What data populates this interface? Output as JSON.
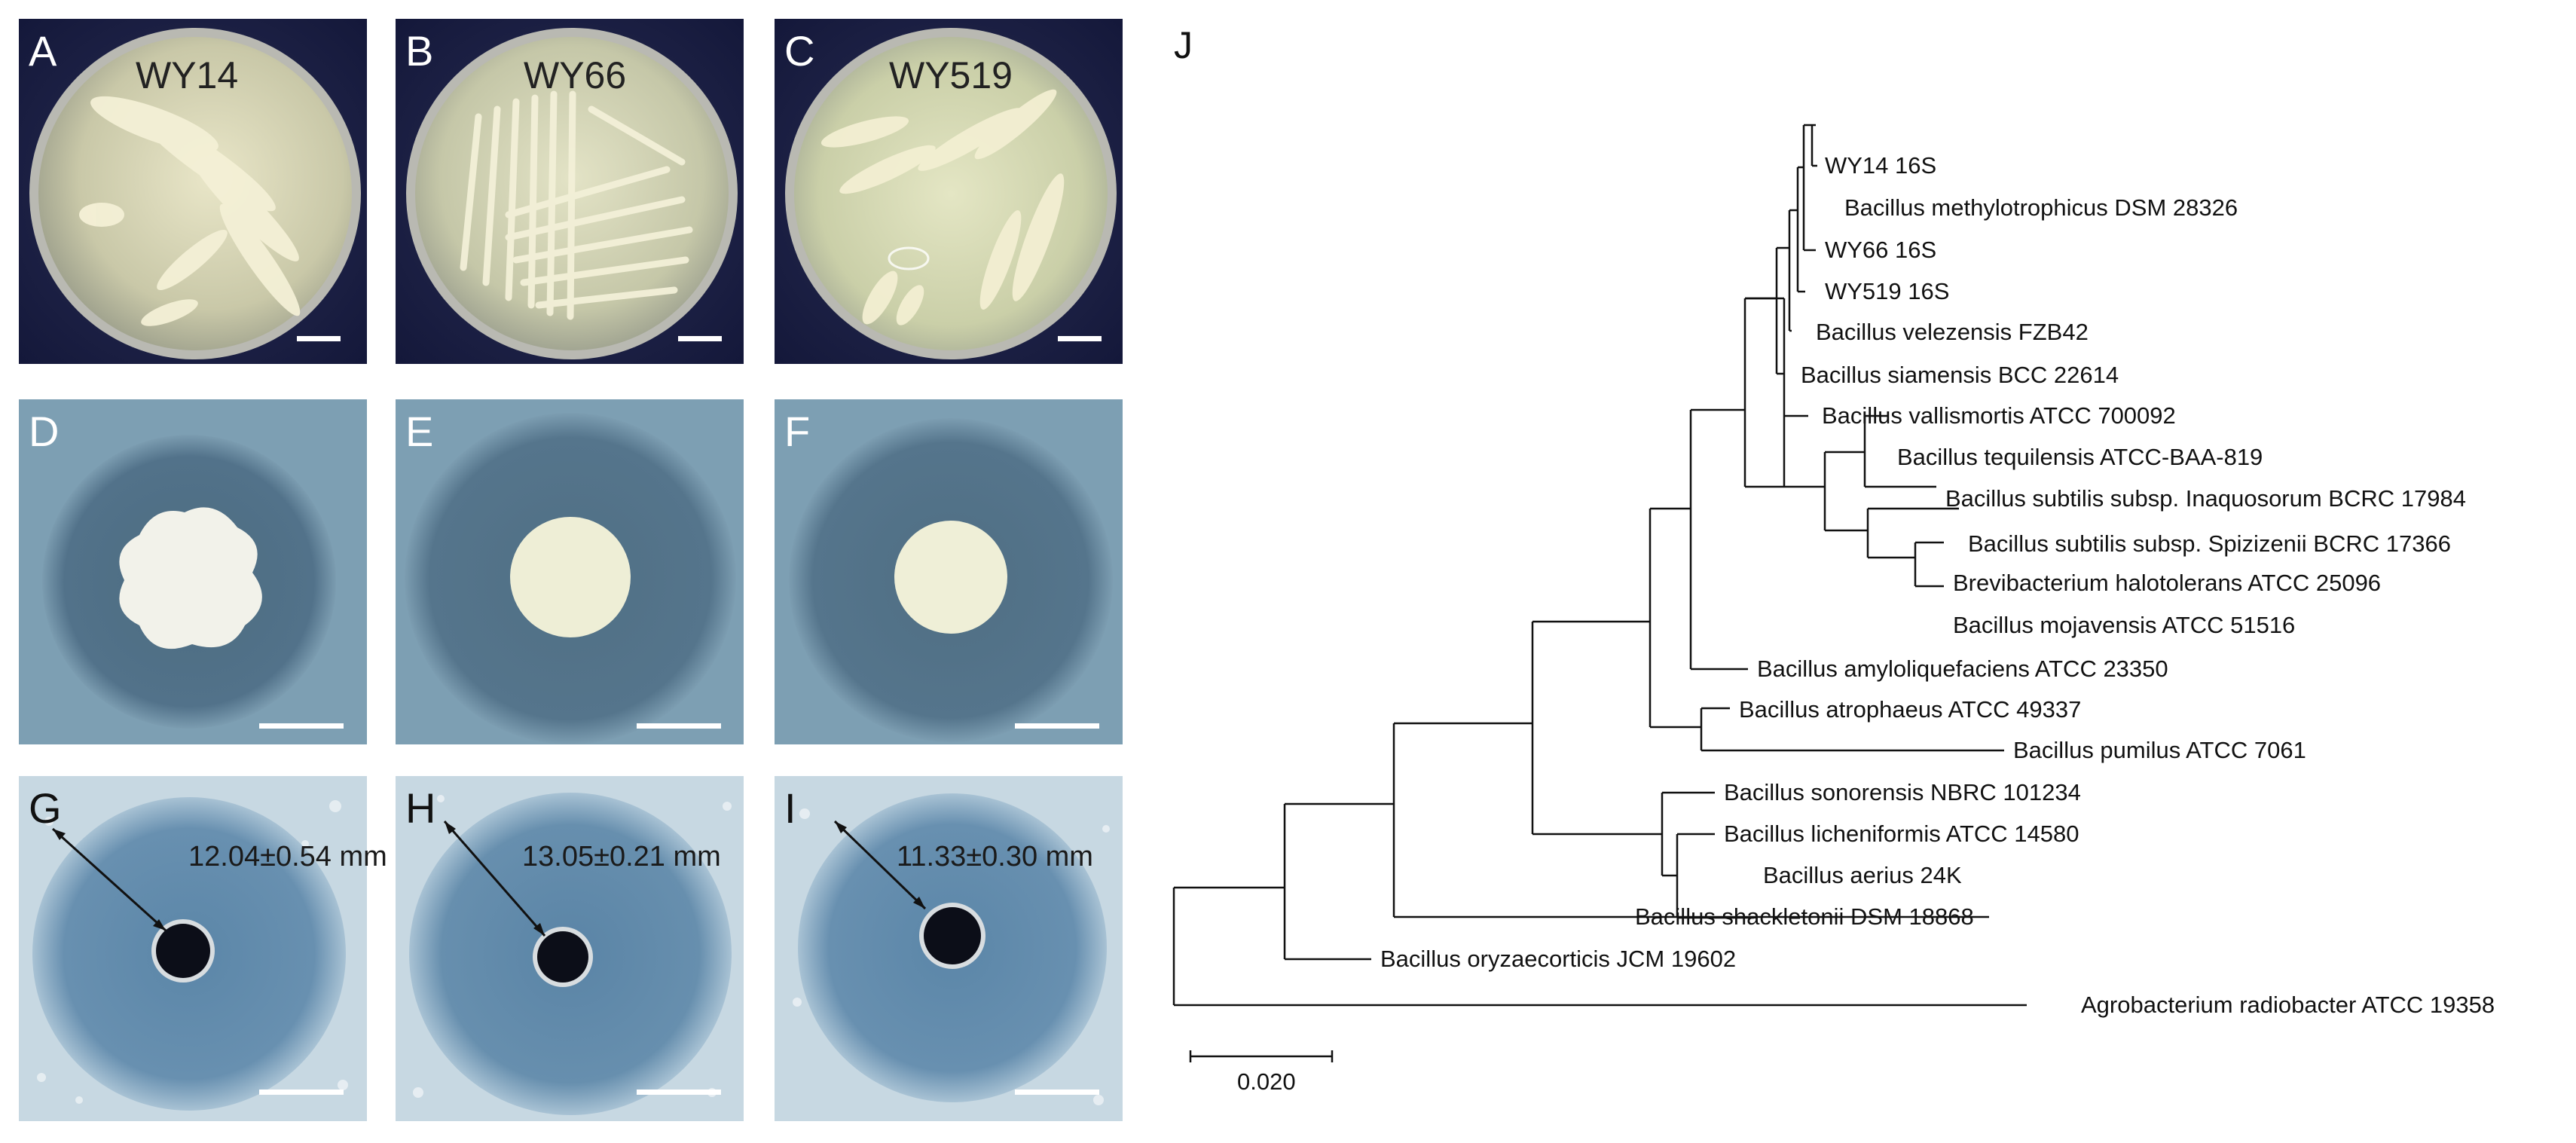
{
  "panels": {
    "A": {
      "label": "A",
      "strain": "WY14"
    },
    "B": {
      "label": "B",
      "strain": "WY66"
    },
    "C": {
      "label": "C",
      "strain": "WY519"
    },
    "D": {
      "label": "D"
    },
    "E": {
      "label": "E"
    },
    "F": {
      "label": "F"
    },
    "G": {
      "label": "G",
      "measurement": "12.04±0.54 mm"
    },
    "H": {
      "label": "H",
      "measurement": "13.05±0.21 mm"
    },
    "I": {
      "label": "I",
      "measurement": "11.33±0.30 mm"
    },
    "J": {
      "label": "J"
    }
  },
  "tree": {
    "leaves": [
      "WY14 16S",
      "Bacillus methylotrophicus DSM 28326",
      "WY66 16S",
      "WY519 16S",
      "Bacillus velezensis FZB42",
      "Bacillus siamensis BCC 22614",
      "Bacillus vallismortis ATCC 700092",
      "Bacillus tequilensis ATCC-BAA-819",
      "Bacillus subtilis subsp. Inaquosorum BCRC 17984",
      "Bacillus subtilis subsp. Spizizenii BCRC 17366",
      "Brevibacterium halotolerans ATCC 25096",
      "Bacillus mojavensis ATCC 51516",
      "Bacillus amyloliquefaciens ATCC 23350",
      "Bacillus atrophaeus ATCC 49337",
      "Bacillus pumilus ATCC 7061",
      "Bacillus sonorensis NBRC 101234",
      "Bacillus licheniformis ATCC 14580",
      "Bacillus aerius 24K",
      "Bacillus shackletonii DSM 18868",
      "Bacillus oryzaecorticis JCM 19602",
      "Agrobacterium radiobacter ATCC 19358"
    ],
    "scale_label": "0.020"
  }
}
